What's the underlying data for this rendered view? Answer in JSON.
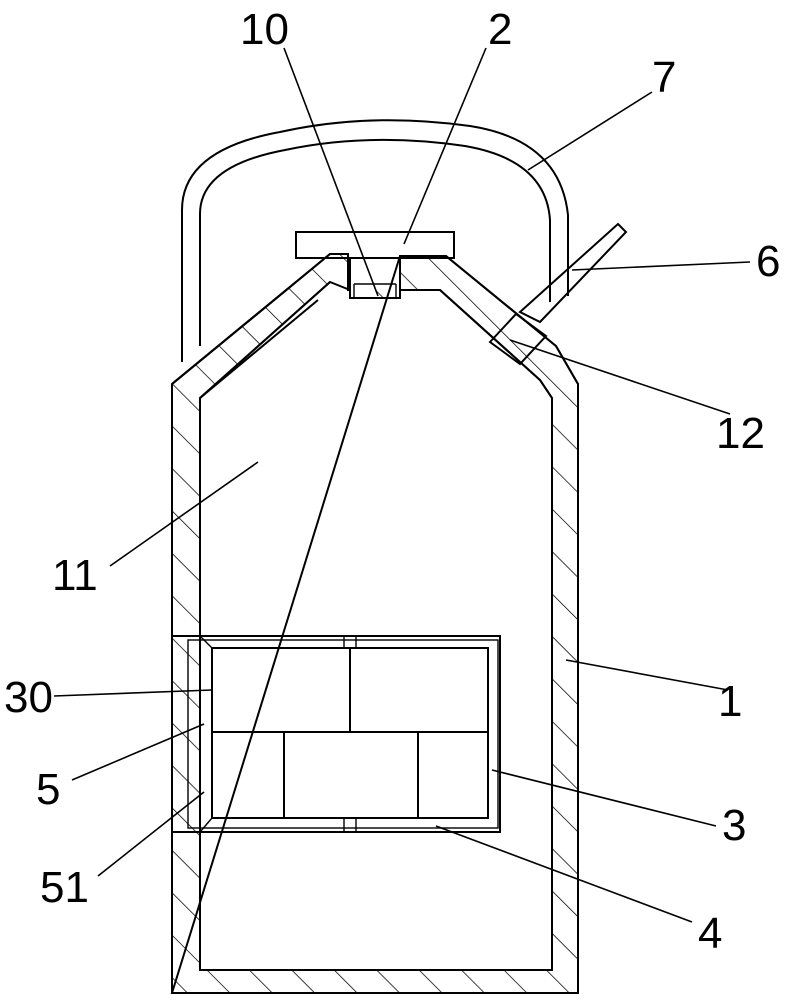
{
  "labels": {
    "l10": "10",
    "l2": "2",
    "l7": "7",
    "l6": "6",
    "l12": "12",
    "l11": "11",
    "l30": "30",
    "l1": "1",
    "l5": "5",
    "l3": "3",
    "l51": "51",
    "l4": "4"
  }
}
